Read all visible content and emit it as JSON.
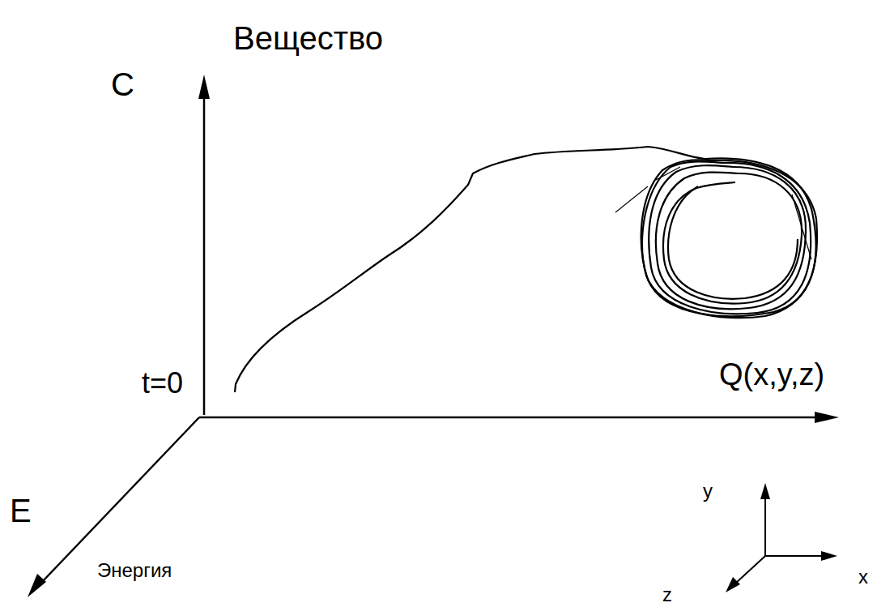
{
  "diagram": {
    "labels": [
      "Вещество",
      "C",
      "t=0",
      "Q(x,y,z)",
      "y",
      "E",
      "Энергия",
      "z",
      "x"
    ]
  }
}
